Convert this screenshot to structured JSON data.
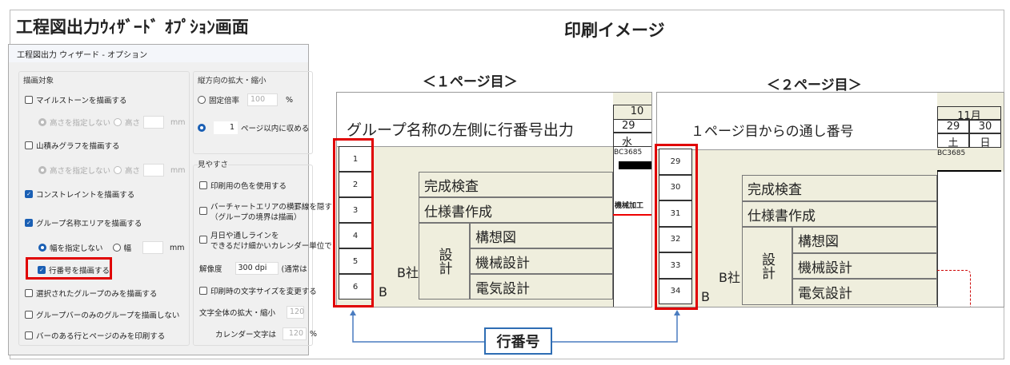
{
  "left_title": "工程図出力ｳｨｻﾞｰﾄﾞ ｵﾌﾟｼｮﾝ画面",
  "right_title": "印刷イメージ",
  "dialog": {
    "title": "工程図出力 ウィザード - オプション",
    "draw_target": {
      "label": "描画対象",
      "milestone": "マイルストーンを描画する",
      "height_unspecified": "高さを指定しない",
      "height": "高さ",
      "mm": "mm",
      "yamazumi": "山積みグラフを描画する",
      "constraint": "コンストレイントを描画する",
      "group_area": "グループ名称エリアを描画する",
      "width_unspecified": "幅を指定しない",
      "width": "幅",
      "row_number": "行番号を描画する",
      "selected_only": "選択されたグループのみを描画する",
      "no_groupbar_only": "グループバーのみのグループを描画しない",
      "bar_rows_only": "バーのある行とページのみを印刷する"
    },
    "vertical": {
      "label": "縦方向の拡大・縮小",
      "fixed": "固定倍率",
      "fixed_value": "100",
      "percent": "%",
      "pages_value": "1",
      "pages_label": "ページ以内に収める"
    },
    "visibility": {
      "label": "見やすさ",
      "print_color": "印刷用の色を使用する",
      "hide_lines_1": "バーチャートエリアの横罫線を隠す",
      "hide_lines_2": "（グループの境界は描画）",
      "date_lines_1": "月日や通しラインを",
      "date_lines_2": "できるだけ細かいカレンダー単位で",
      "resolution_label": "解像度",
      "resolution": "300 dpi",
      "resolution_note": "(通常は",
      "font_size_change": "印刷時の文字サイズを変更する",
      "text_scale": "文字全体の拡大・縮小",
      "text_scale_value": "120",
      "calendar_text": "カレンダー文字は",
      "calendar_value": "120",
      "percent": "%"
    }
  },
  "page1": {
    "label": "＜１ページ目＞",
    "caption": "グループ名称の左側に行番号出力",
    "rows": [
      "1",
      "2",
      "3",
      "4",
      "5",
      "6"
    ],
    "month": "10",
    "day": "29",
    "weekday": "水",
    "code": "BC3685",
    "task": "機械加工"
  },
  "page2": {
    "label": "＜２ページ目＞",
    "caption": "１ページ目からの通し番号",
    "rows": [
      "29",
      "30",
      "31",
      "32",
      "33",
      "34"
    ],
    "month": "11月",
    "days": [
      "29",
      "30"
    ],
    "weekdays": [
      "土",
      "日"
    ],
    "code": "BC3685"
  },
  "groups": {
    "kansei": "完成検査",
    "shiyou": "仕様書作成",
    "sekkei": "設計",
    "kousou": "構想図",
    "kikai": "機械設計",
    "denki": "電気設計",
    "company": "B社",
    "b": "B"
  },
  "callout": "行番号"
}
